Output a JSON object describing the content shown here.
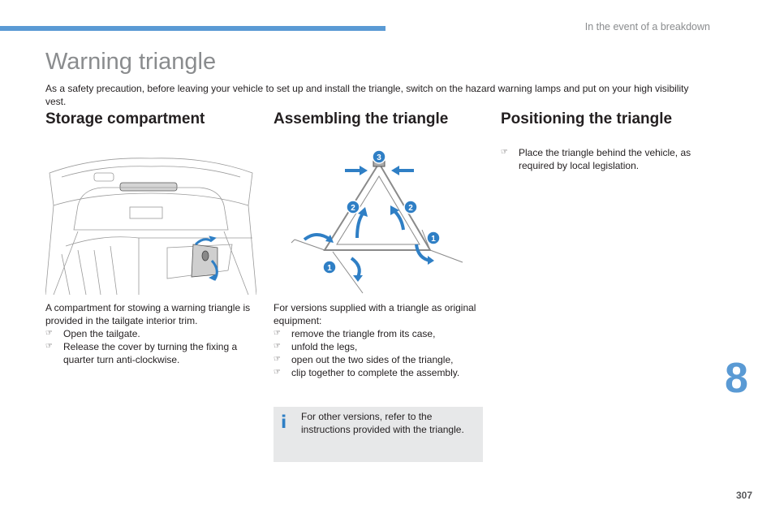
{
  "header": {
    "section": "In the event of a breakdown"
  },
  "title": "Warning triangle",
  "intro": "As a safety precaution, before leaving your vehicle to set up and install the triangle, switch on the hazard warning lamps and put on your high visibility vest.",
  "bullet_glyph": "☞",
  "columns": [
    {
      "heading": "Storage compartment",
      "text": "A compartment for stowing a warning triangle is provided in the tailgate interior trim.",
      "steps": [
        "Open the tailgate.",
        "Release the cover by turning the fixing a quarter turn anti-clockwise."
      ]
    },
    {
      "heading": "Assembling the triangle",
      "text": "For versions supplied with a triangle as original equipment:",
      "steps": [
        "remove the triangle from its case,",
        "unfold the legs,",
        "open out the two sides of the triangle,",
        "clip together to complete the assembly."
      ],
      "figure_labels": [
        "3",
        "2",
        "2",
        "1",
        "1"
      ]
    },
    {
      "heading": "Positioning the triangle",
      "steps": [
        "Place the triangle behind the vehicle, as required by local legislation."
      ]
    }
  ],
  "info": {
    "icon": "i",
    "text": "For other versions, refer to the instructions provided with the triangle."
  },
  "chapter": "8",
  "page_number": "307",
  "colors": {
    "accent": "#5a9ad4",
    "arrow": "#2f7fc5",
    "info_bg": "#e7e8e9"
  }
}
